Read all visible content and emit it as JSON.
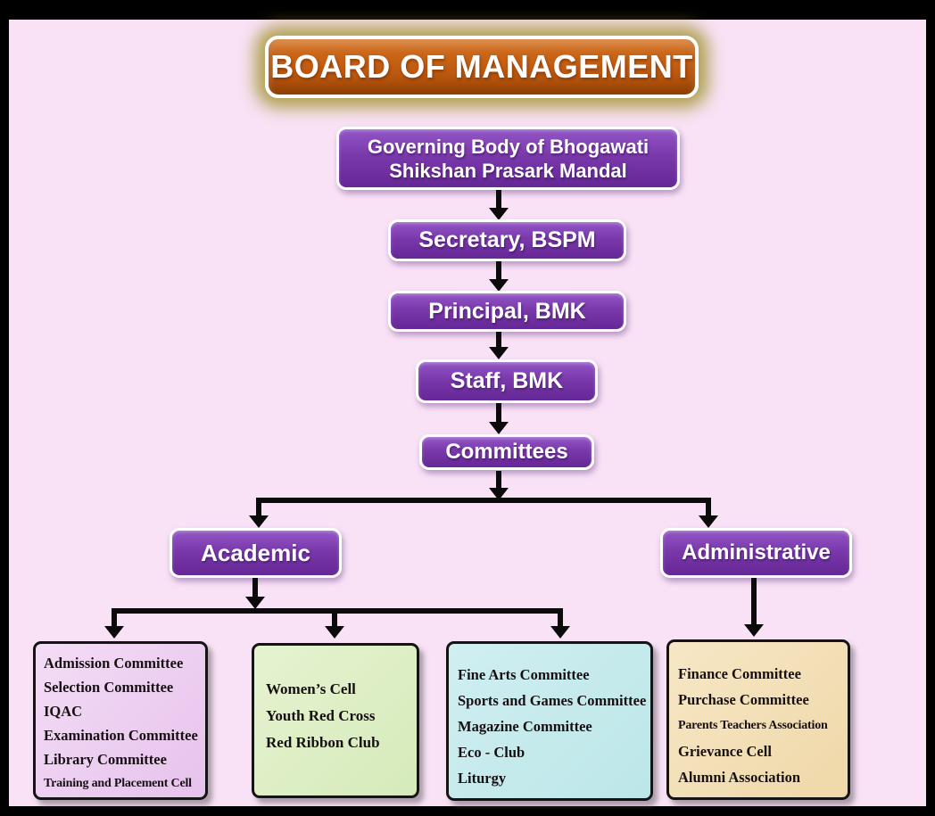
{
  "colors": {
    "frame": "#000000",
    "background": "#F9E2F6",
    "title_bg": "#C05A10",
    "title_glow": "#A39636",
    "node_purple": "#7232A2",
    "connector": "#0B0B0B",
    "box_pink_bg": "#EFD2F3",
    "box_green_bg": "#DEEFC6",
    "box_cyan_bg": "#C6EAEC",
    "box_tan_bg": "#F4E1BB",
    "node_text": "#FFFFFF",
    "list_text": "#171013"
  },
  "nodes": {
    "board": "BOARD OF MANAGEMENT",
    "governing": "Governing Body of Bhogawati Shikshan Prasark Mandal",
    "secretary": "Secretary, BSPM",
    "principal": "Principal, BMK",
    "staff": "Staff, BMK",
    "committees": "Committees",
    "academic": "Academic",
    "administrative": "Administrative"
  },
  "lists": {
    "academic_committees": {
      "items": [
        "Admission Committee",
        "Selection Committee",
        "IQAC",
        "Examination Committee",
        "Library Committee",
        "Training and Placement Cell"
      ]
    },
    "cells_and_clubs": {
      "items": [
        "Women’s Cell",
        "Youth Red Cross",
        "Red Ribbon Club"
      ]
    },
    "arts_and_activities": {
      "items": [
        "Fine Arts Committee",
        "Sports and Games Committee",
        "Magazine Committee",
        "Eco - Club",
        "Liturgy"
      ]
    },
    "administrative_committees": {
      "items": [
        "Finance Committee",
        "Purchase Committee",
        "Parents Teachers Association",
        "Grievance Cell",
        "Alumni Association"
      ]
    }
  }
}
